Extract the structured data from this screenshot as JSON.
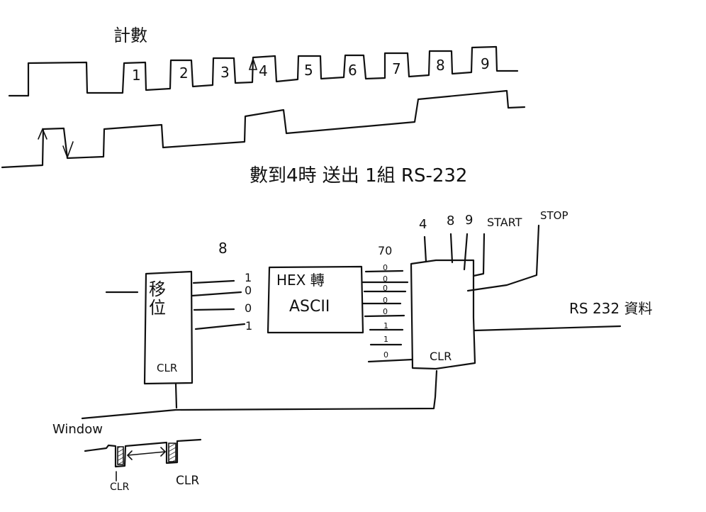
{
  "timing": {
    "title": "計數",
    "count_labels": [
      "1",
      "2",
      "3",
      "4",
      "5",
      "6",
      "7",
      "8",
      "9"
    ],
    "caption": "數到4時 送出 1組 RS-232"
  },
  "shift_register": {
    "top_label": "8",
    "name": "移位",
    "clr_label": "CLR",
    "output_bits": [
      "1",
      "0",
      "0",
      "1"
    ]
  },
  "hex_converter": {
    "line1": "HEX 轉",
    "line2": "ASCII",
    "top_label": "70",
    "output_bits": [
      "0",
      "0",
      "0",
      "0",
      "0",
      "1",
      "1",
      "0"
    ]
  },
  "serializer": {
    "inputs": [
      "4",
      "8",
      "9",
      "START",
      "STOP"
    ],
    "clr_label": "CLR",
    "output_label": "RS 232 資料"
  },
  "window": {
    "label": "Window",
    "clr_left": "CLR",
    "clr_right": "CLR"
  }
}
